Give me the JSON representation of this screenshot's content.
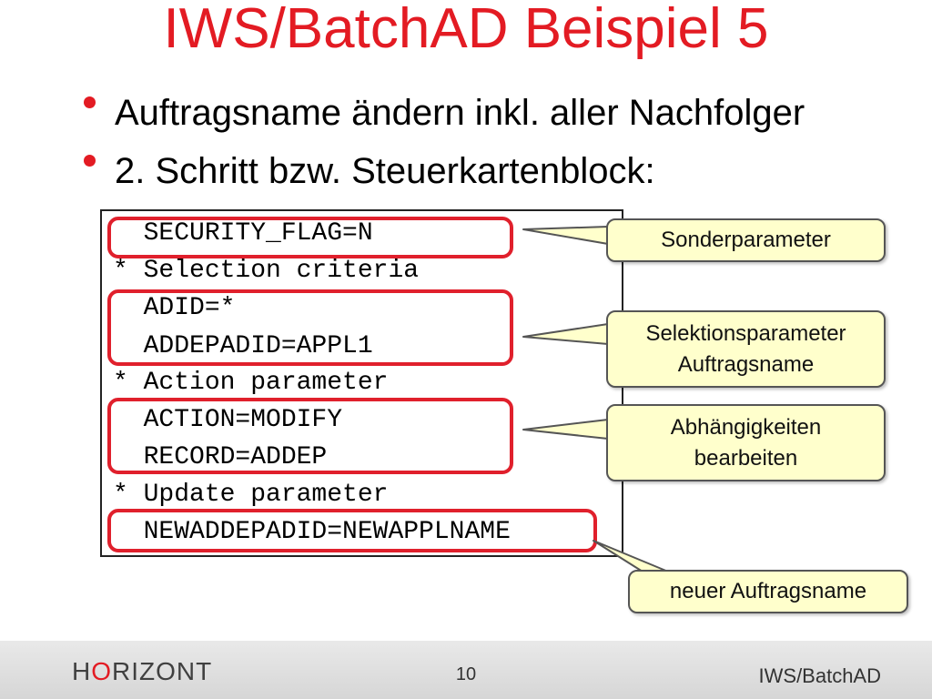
{
  "slide": {
    "title": "IWS/BatchAD Beispiel 5",
    "bullets": [
      {
        "text": "Auftragsname ändern inkl. aller Nachfolger"
      },
      {
        "text": "2. Schritt bzw. Steuerkartenblock:"
      }
    ],
    "code_lines": [
      "  SECURITY_FLAG=N",
      "* Selection criteria",
      "  ADID=*",
      "  ADDEPADID=APPL1",
      "* Action parameter",
      "  ACTION=MODIFY",
      "  RECORD=ADDEP",
      "* Update parameter",
      "  NEWADDEPADID=NEWAPPLNAME"
    ],
    "callouts": [
      {
        "line1": "Sonderparameter",
        "line2": ""
      },
      {
        "line1": "Selektionsparameter",
        "line2": "Auftragsname"
      },
      {
        "line1": "Abhängigkeiten",
        "line2": "bearbeiten"
      },
      {
        "line1": "neuer Auftragsname",
        "line2": ""
      }
    ]
  },
  "footer": {
    "logo_h": "H",
    "logo_o": "O",
    "logo_rest": "RIZONT",
    "page_number": "10",
    "right_text": "IWS/BatchAD"
  },
  "colors": {
    "accent": "#e31b23",
    "callout_fill": "#ffffcc",
    "highlight_stroke": "#e0202c"
  }
}
